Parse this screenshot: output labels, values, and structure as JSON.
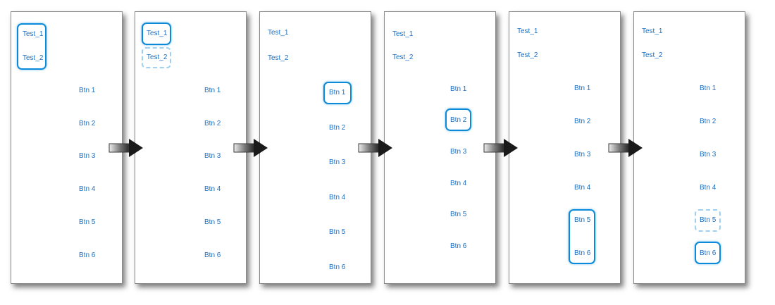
{
  "labels": {
    "test1": "Test_1",
    "test2": "Test_2",
    "btn1": "Btn 1",
    "btn2": "Btn 2",
    "btn3": "Btn 3",
    "btn4": "Btn 4",
    "btn5": "Btn 5",
    "btn6": "Btn 6"
  },
  "colors": {
    "text": "#1a6fc4",
    "focus_border": "#0a8ad8",
    "ghost_border": "#9fd0ef"
  },
  "arrow_icon": "right-arrow-icon"
}
